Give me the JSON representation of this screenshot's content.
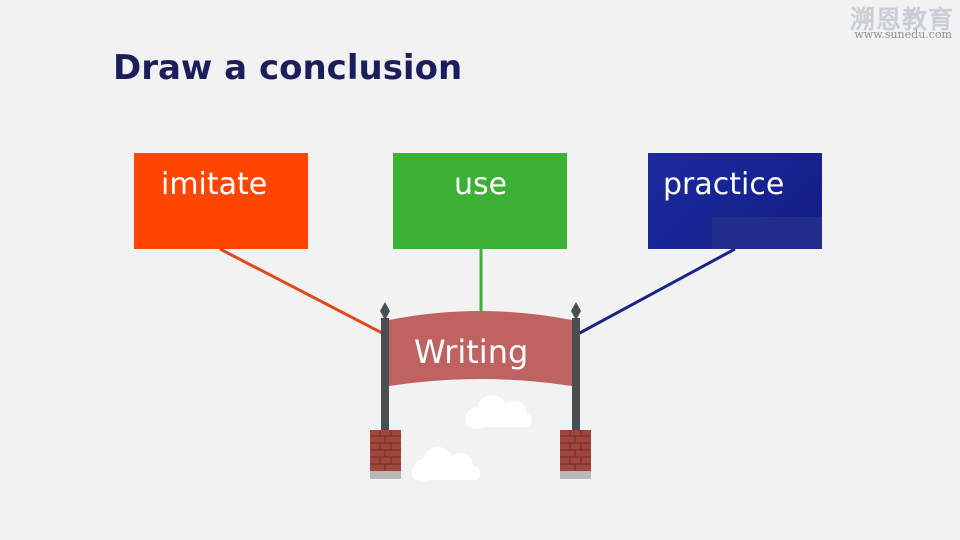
{
  "title": "Draw a conclusion",
  "logo": {
    "main": "溯恩教育",
    "sub": "www.sunedu.com"
  },
  "boxes": [
    {
      "label": "imitate",
      "color": "#ff4500"
    },
    {
      "label": "use",
      "color": "#3cb034"
    },
    {
      "label": "practice",
      "color": "#1b2a9e"
    }
  ],
  "gate": {
    "label": "Writing",
    "banner_color": "#bf6262",
    "line_colors": [
      "#e04a1a",
      "#3cb034",
      "#1a2484"
    ]
  }
}
